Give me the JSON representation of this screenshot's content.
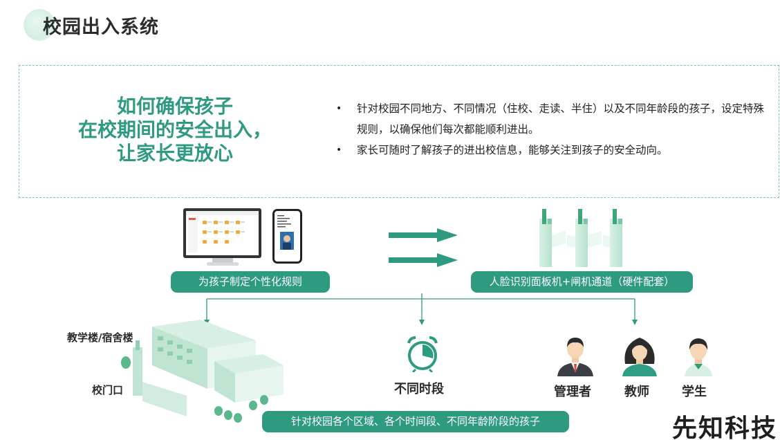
{
  "header": {
    "title": "校园出入系统"
  },
  "info": {
    "headline_lines": [
      "如何确保孩子",
      "在校期间的安全出入，",
      "让家长更放心"
    ],
    "bullets": [
      "针对校园不同地方、不同情况（住校、走读、半住）以及不同年龄段的孩子，设定特殊规则，以确保他们每次都能顺利进出。",
      "家长可随时了解孩子的进出校信息，能够关注到孩子的安全动向。"
    ]
  },
  "flow": {
    "left_pill": "为孩子制定个性化规则",
    "right_pill": "人脸识别面板机+闸机通道（硬件配套）",
    "bottom_pill": "针对校园各个区域、各个时间段、不同年龄阶段的孩子"
  },
  "labels": {
    "building": "教学楼/宿舍楼",
    "gate": "校门口",
    "time": "不同时段",
    "manager": "管理者",
    "teacher": "教师",
    "student": "学生"
  },
  "brand": "先知科技",
  "colors": {
    "accent": "#2e9a7f",
    "accent_light": "#8fd3b6",
    "dashed_border": "#7fc6b0"
  },
  "icons": [
    "computer-monitor-icon",
    "mobile-phone-icon",
    "right-arrow-icon",
    "turnstile-gate-icon",
    "building-illustration",
    "alarm-clock-icon",
    "manager-avatar-icon",
    "teacher-avatar-icon",
    "student-avatar-icon"
  ]
}
